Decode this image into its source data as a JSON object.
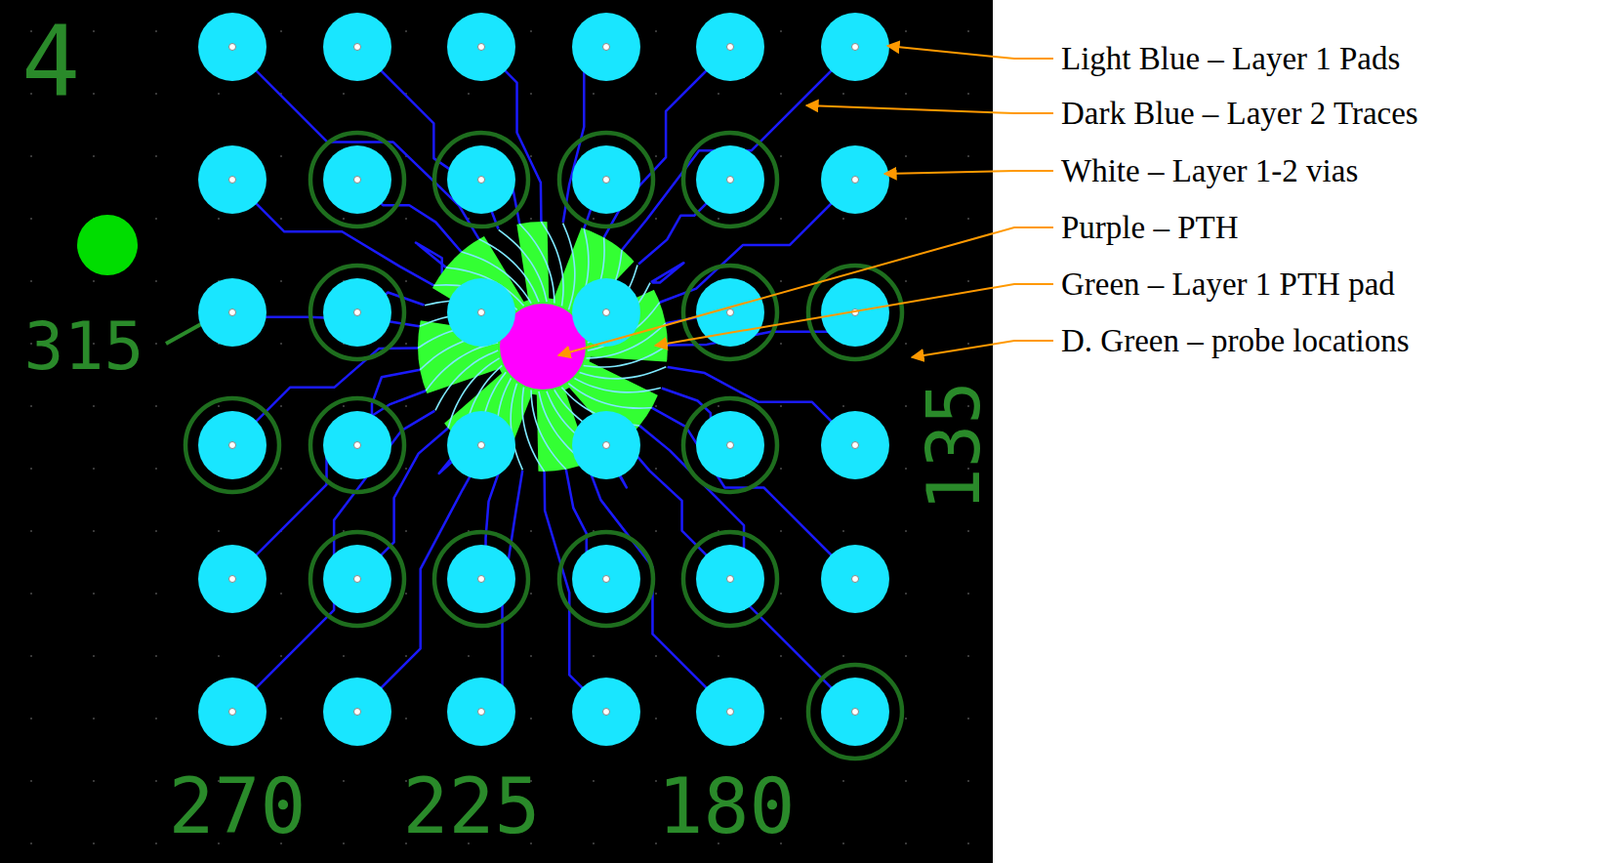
{
  "diagram": {
    "labels": [
      "4",
      "315",
      "135",
      "270",
      "225",
      "180"
    ],
    "legend": [
      {
        "text": "Light Blue – Layer 1 Pads"
      },
      {
        "text": "Dark Blue – Layer 2 Traces"
      },
      {
        "text": "White – Layer 1-2 vias"
      },
      {
        "text": "Purple – PTH"
      },
      {
        "text": "Green – Layer 1 PTH pad"
      },
      {
        "text": "D. Green – probe locations"
      }
    ]
  }
}
